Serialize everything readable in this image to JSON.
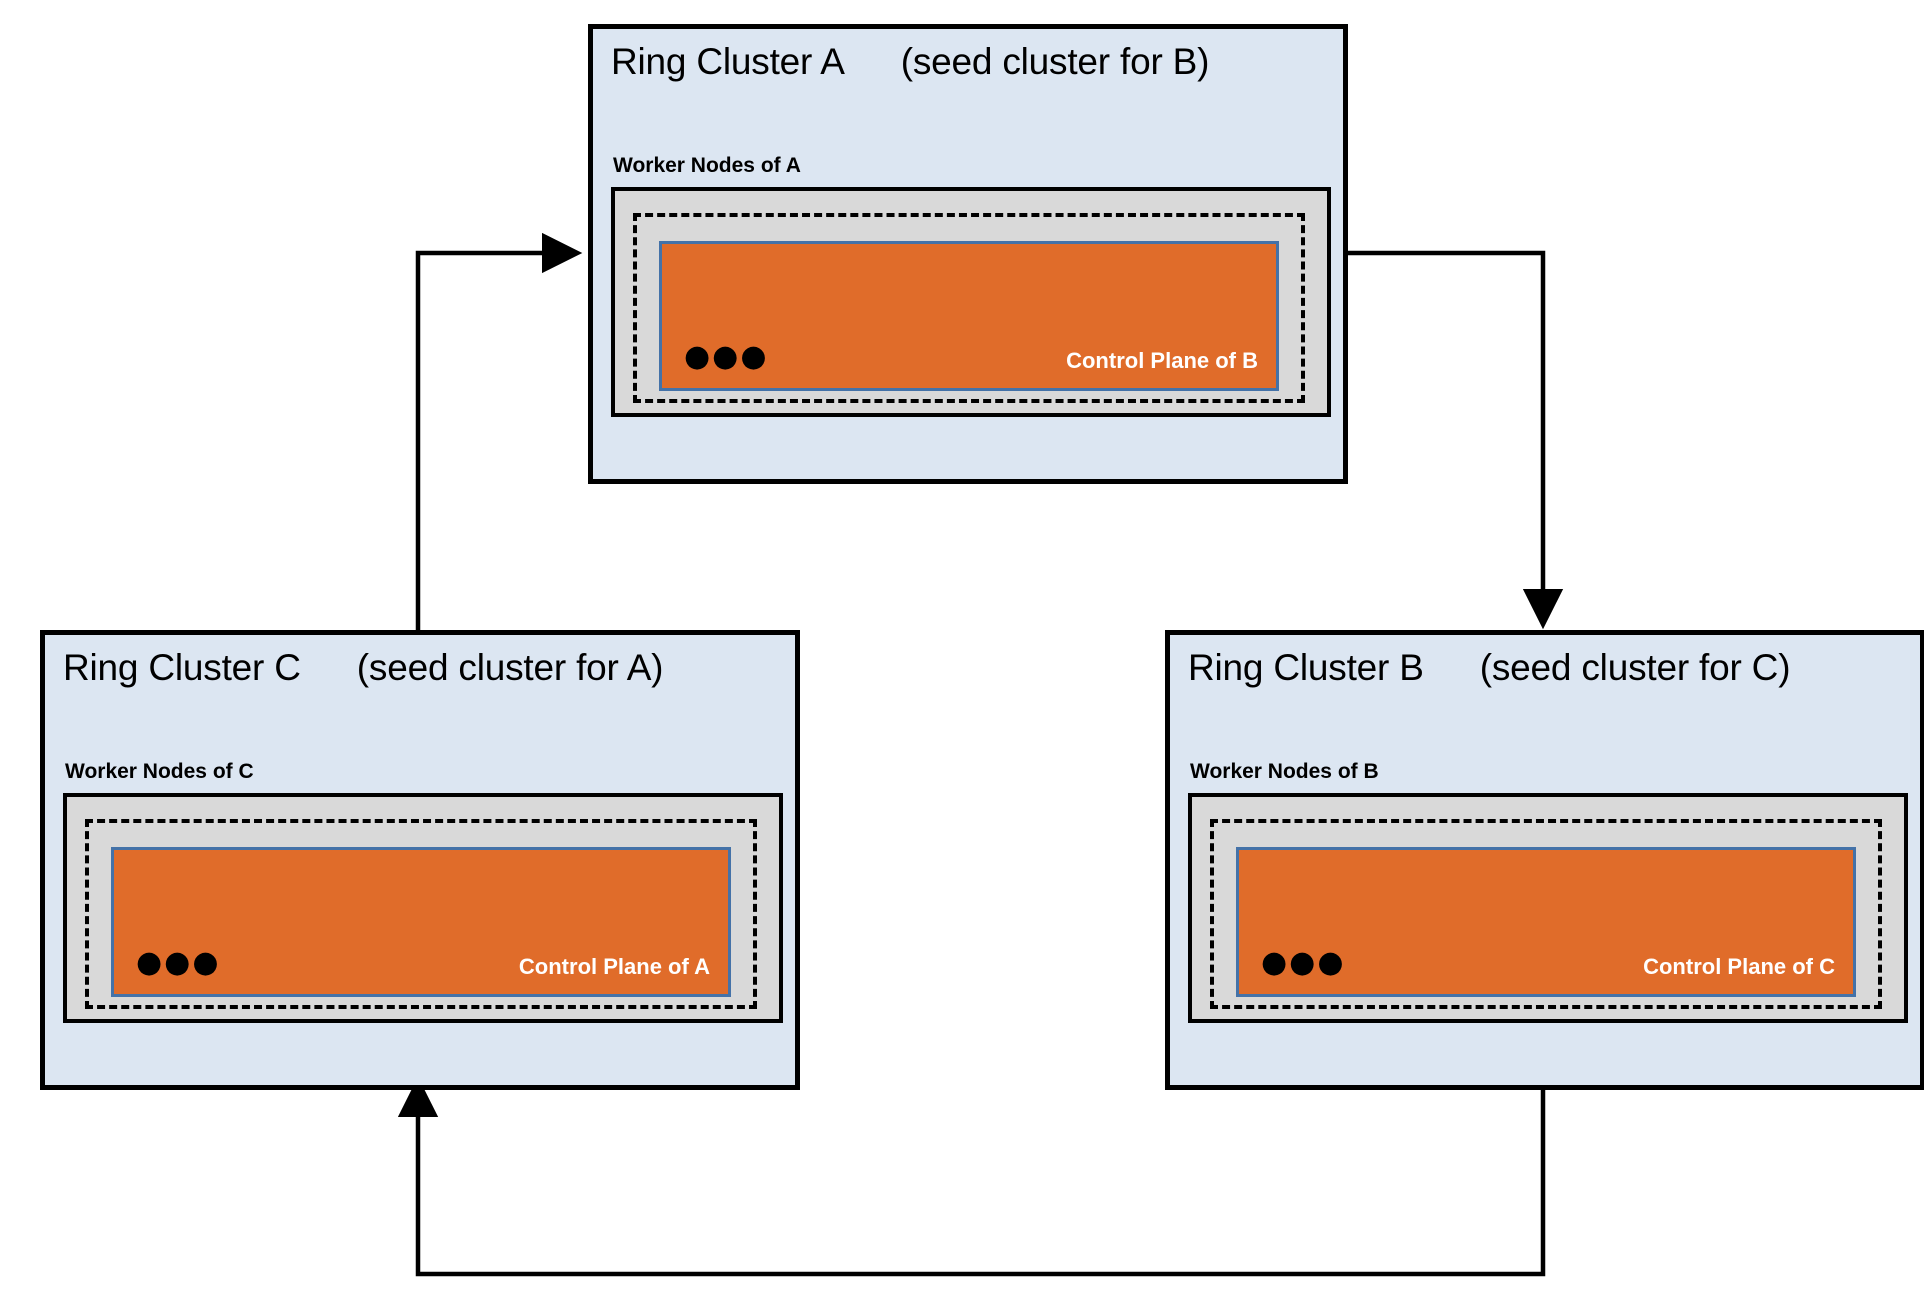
{
  "diagram": {
    "title_prefix": "Ring Cluster",
    "clusters": [
      {
        "id": "a",
        "name": "Ring Cluster A",
        "seed_note": "(seed cluster for B)",
        "worker_label": "Worker Nodes of A",
        "control_plane_label": "Control Plane of B",
        "ellipsis": "●●●"
      },
      {
        "id": "c",
        "name": "Ring Cluster C",
        "seed_note": "(seed cluster for A)",
        "worker_label": "Worker Nodes of C",
        "control_plane_label": "Control Plane of A",
        "ellipsis": "●●●"
      },
      {
        "id": "b",
        "name": "Ring Cluster B",
        "seed_note": "(seed cluster for C)",
        "worker_label": "Worker Nodes of B",
        "control_plane_label": "Control Plane of C",
        "ellipsis": "●●●"
      }
    ],
    "connections": [
      {
        "id": "a-to-b",
        "from": "Ring Cluster A",
        "to": "Ring Cluster B"
      },
      {
        "id": "b-to-c",
        "from": "Ring Cluster B",
        "to": "Ring Cluster C"
      },
      {
        "id": "c-to-a",
        "from": "Ring Cluster C",
        "to": "Ring Cluster A"
      }
    ],
    "colors": {
      "cluster_fill": "#dce6f2",
      "node_fill": "#d9d9d9",
      "control_plane_fill": "#e06c2a",
      "control_plane_border": "#4472a8",
      "line": "#000000",
      "control_plane_text": "#ffffff"
    }
  }
}
